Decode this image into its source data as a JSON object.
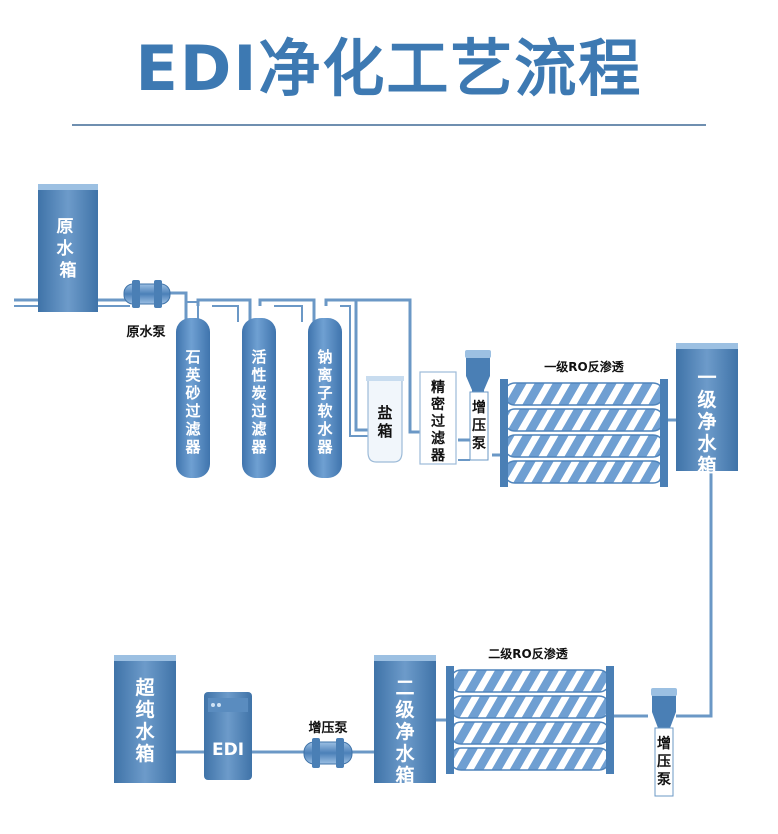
{
  "title": "EDI净化工艺流程",
  "colors": {
    "tank_dark": "#4a7fb5",
    "tank_light": "#7aa7d4",
    "pipe": "#5b8fc4",
    "title": "#3d79b2",
    "membrane": "#6c9fd3"
  },
  "stage1": {
    "raw_tank": "原水箱",
    "raw_pump": "原水泵",
    "quartz_filter": "石英砂过滤器",
    "carbon_filter": "活性炭过滤器",
    "softener": "钠离子软水器",
    "salt_tank": "盐箱",
    "precision_filter": "精密过滤器",
    "booster_pump": "增压泵",
    "ro1_label": "一级RO反渗透",
    "clean_tank1": "一级净水箱"
  },
  "stage2": {
    "booster_pump_right": "增压泵",
    "ro2_label": "二级RO反渗透",
    "clean_tank2": "二级净水箱",
    "booster_pump_mid": "增压泵",
    "edi": "EDI",
    "ultrapure_tank": "超纯水箱"
  }
}
